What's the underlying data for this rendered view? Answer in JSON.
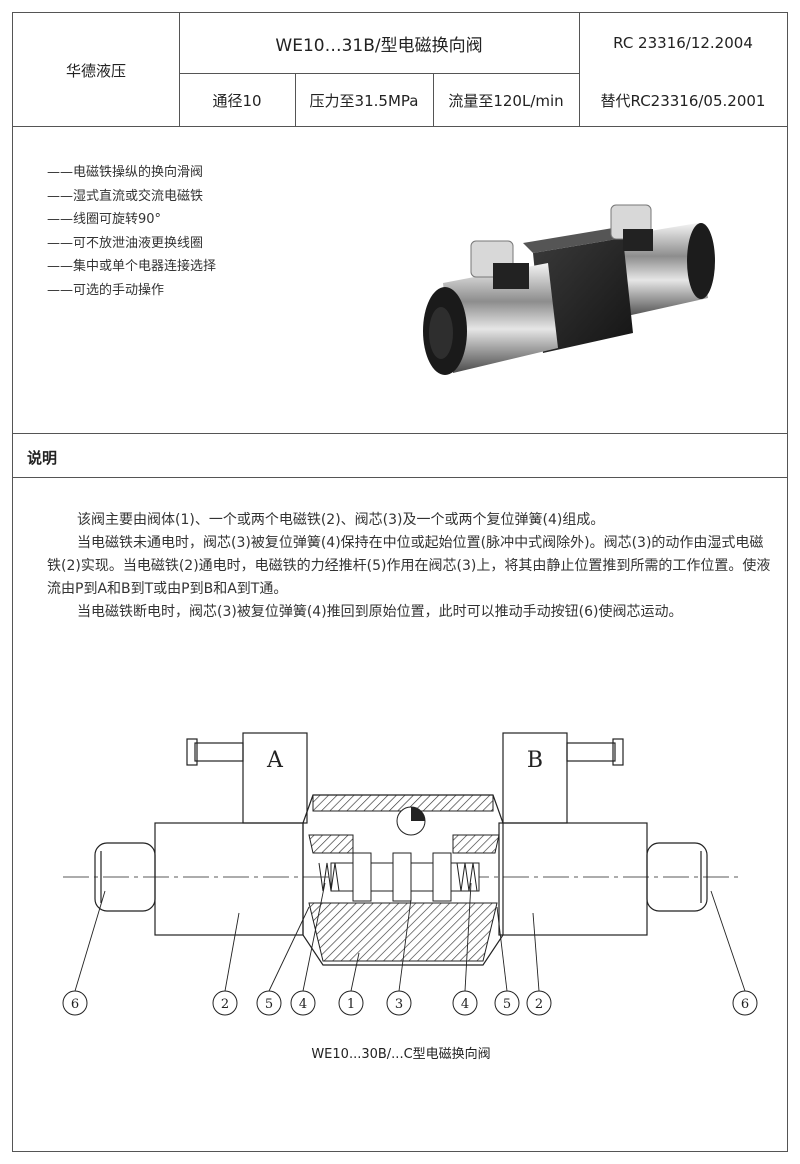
{
  "header": {
    "company": "华德液压",
    "title": "WE10…31B/型电磁换向阀",
    "standard": "RC 23316/12.2004",
    "specs": [
      "通径10",
      "压力至31.5MPa",
      "流量至120L/min",
      "替代RC23316/05.2001"
    ]
  },
  "features": [
    "——电磁铁操纵的换向滑阀",
    "——湿式直流或交流电磁铁",
    "——线圈可旋转90°",
    "——可不放泄油液更换线圈",
    "——集中或单个电器连接选择",
    "——可选的手动操作"
  ],
  "section": {
    "title": "说明",
    "paragraphs": [
      "该阀主要由阀体(1)、一个或两个电磁铁(2)、阀芯(3)及一个或两个复位弹簧(4)组成。",
      "当电磁铁未通电时，阀芯(3)被复位弹簧(4)保持在中位或起始位置(脉冲中式阀除外)。阀芯(3)的动作由湿式电磁铁(2)实现。当电磁铁(2)通电时，电磁铁的力经推杆(5)作用在阀芯(3)上，将其由静止位置推到所需的工作位置。使液流由P到A和B到T或由P到B和A到T通。",
      "当电磁铁断电时，阀芯(3)被复位弹簧(4)推回到原始位置，此时可以推动手动按钮(6)使阀芯运动。"
    ]
  },
  "diagram": {
    "label_a": "A",
    "label_b": "B",
    "callouts": [
      "6",
      "2",
      "5",
      "4",
      "1",
      "3",
      "4",
      "5",
      "2",
      "6"
    ],
    "caption": "WE10...30B/...C型电磁换向阀"
  }
}
